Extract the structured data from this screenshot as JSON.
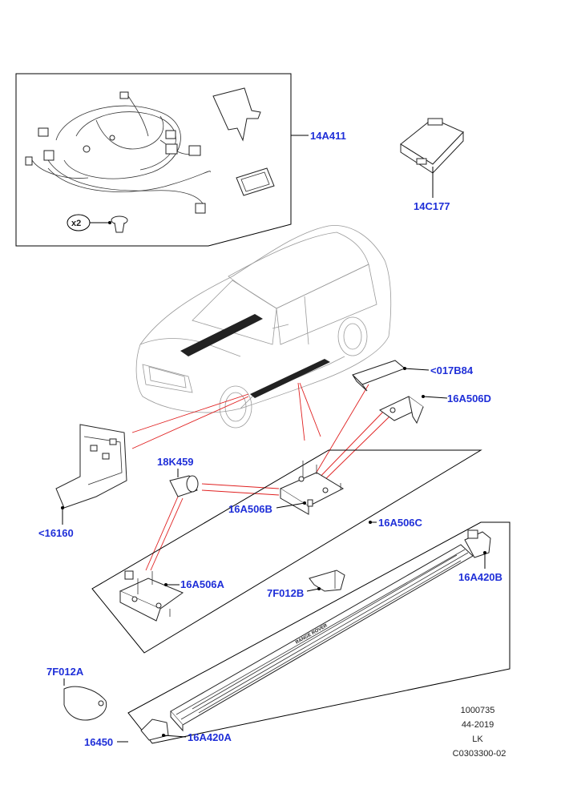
{
  "callouts": {
    "wiring_kit": "14A411",
    "module": "14C177",
    "clip_qty": "x2",
    "bracket_017": "<017B84",
    "bracket_16a506d": "16A506D",
    "cover_16160": "<16160",
    "sleeve": "18K459",
    "bracket_16a506b": "16A506B",
    "kit_16a506c": "16A506C",
    "motor_16a420b": "16A420B",
    "bracket_16a506a": "16A506A",
    "bracket_7f012b": "7F012B",
    "cover_7f012a": "7F012A",
    "step_16450": "16450",
    "endcap_16a420a": "16A420A",
    "board_logo": "RANGE ROVER"
  },
  "reference": {
    "line1": "1000735",
    "line2": "44-2019",
    "line3": "LK",
    "line4": "C0303300-02"
  },
  "colors": {
    "callout": "#1f2fd8",
    "leader": "#e02020",
    "outline": "#222222"
  }
}
